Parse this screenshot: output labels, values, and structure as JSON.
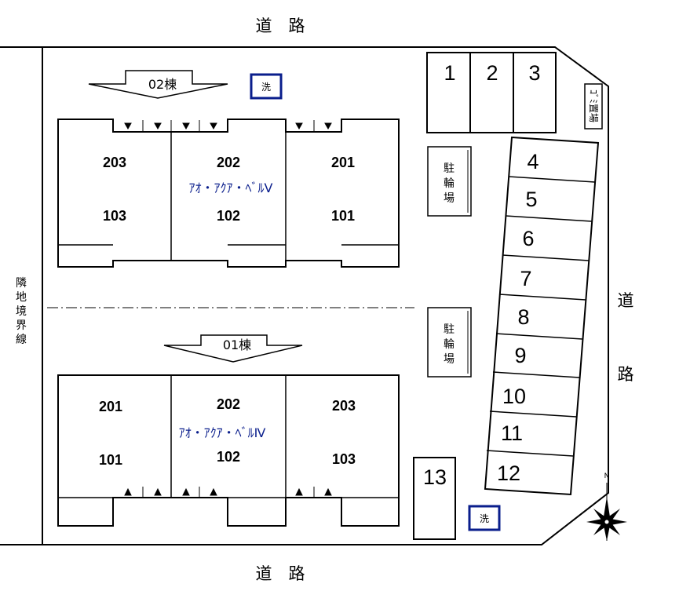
{
  "roads": {
    "top": "道　路",
    "bottom": "道　路",
    "right_top": "道",
    "right_bottom": "路"
  },
  "boundary_label": [
    "隣",
    "地",
    "境",
    "界",
    "線"
  ],
  "buildings": {
    "b02": {
      "arrow_label": "02棟",
      "name": "ｱｵ・ｱｸｱ・ﾍﾞﾙⅤ",
      "upper": [
        "203",
        "202",
        "201"
      ],
      "lower": [
        "103",
        "102",
        "101"
      ]
    },
    "b01": {
      "arrow_label": "01棟",
      "name": "ｱｵ・ｱｸｱ・ﾍﾞﾙⅣ",
      "upper": [
        "201",
        "202",
        "203"
      ],
      "lower": [
        "101",
        "102",
        "103"
      ]
    }
  },
  "bike_parking": {
    "top": [
      "駐",
      "輪",
      "場"
    ],
    "bottom": [
      "駐",
      "輪",
      "場"
    ]
  },
  "laundry": {
    "top": "洗",
    "bottom": "洗"
  },
  "garbage": "ｺﾞﾐ置場",
  "parking": {
    "top_row": [
      "1",
      "2",
      "3"
    ],
    "diagonal": [
      "4",
      "5",
      "6",
      "7",
      "8",
      "9",
      "10",
      "11",
      "12"
    ],
    "single": "13"
  },
  "compass": {
    "north": "N"
  }
}
